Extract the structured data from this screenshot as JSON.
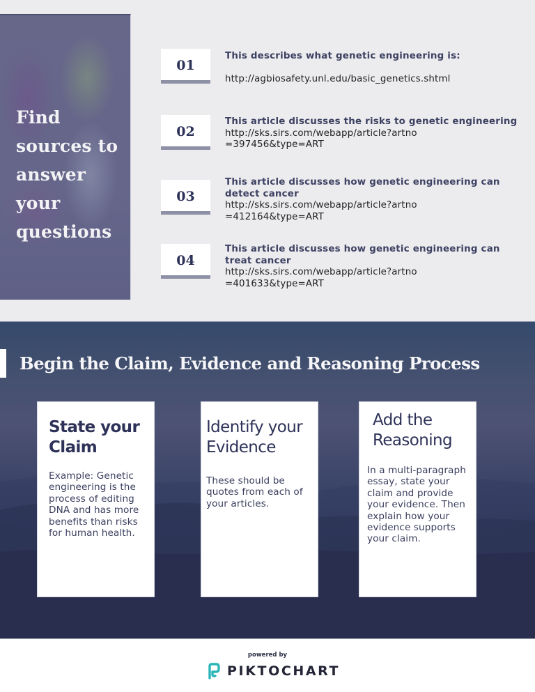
{
  "hero": {
    "title": "Find sources to answer your questions"
  },
  "sources": [
    {
      "number": "01",
      "description": "This describes what genetic engineering is:",
      "url": "http://agbiosafety.unl.edu/basic_genetics.shtml"
    },
    {
      "number": "02",
      "description": "This article discusses the risks to genetic engineering",
      "url": "http://sks.sirs.com/webapp/article?artno=397456&type=ART"
    },
    {
      "number": "03",
      "description": "This article discusses how genetic engineering can detect cancer",
      "url": "http://sks.sirs.com/webapp/article?artno=412164&type=ART"
    },
    {
      "number": "04",
      "description": "This article discusses how genetic engineering can treat cancer",
      "url": "http://sks.sirs.com/webapp/article?artno=401633&type=ART"
    }
  ],
  "process": {
    "heading": "Begin the Claim, Evidence and Reasoning Process",
    "cards": [
      {
        "title": "State your Claim",
        "body": "Example: Genetic engineering is the process of editing DNA and has more benefits than risks for human health."
      },
      {
        "title": "Identify your Evidence",
        "body": "These should be quotes from each of your articles."
      },
      {
        "title": "Add the Reasoning",
        "body": "In a multi-paragraph essay, state your claim and provide your evidence. Then explain how your evidence supports your claim."
      }
    ]
  },
  "footer": {
    "powered_by": "powered by",
    "brand": "PIKTOCHART",
    "brand_icon": "piktochart-logo-icon",
    "brand_color": "#2bb5b8"
  },
  "colors": {
    "page_bg": "#ececef",
    "navy_text": "#2c3158",
    "number_underline": "#8e90a6",
    "dark_section": "#2a2e4e"
  }
}
